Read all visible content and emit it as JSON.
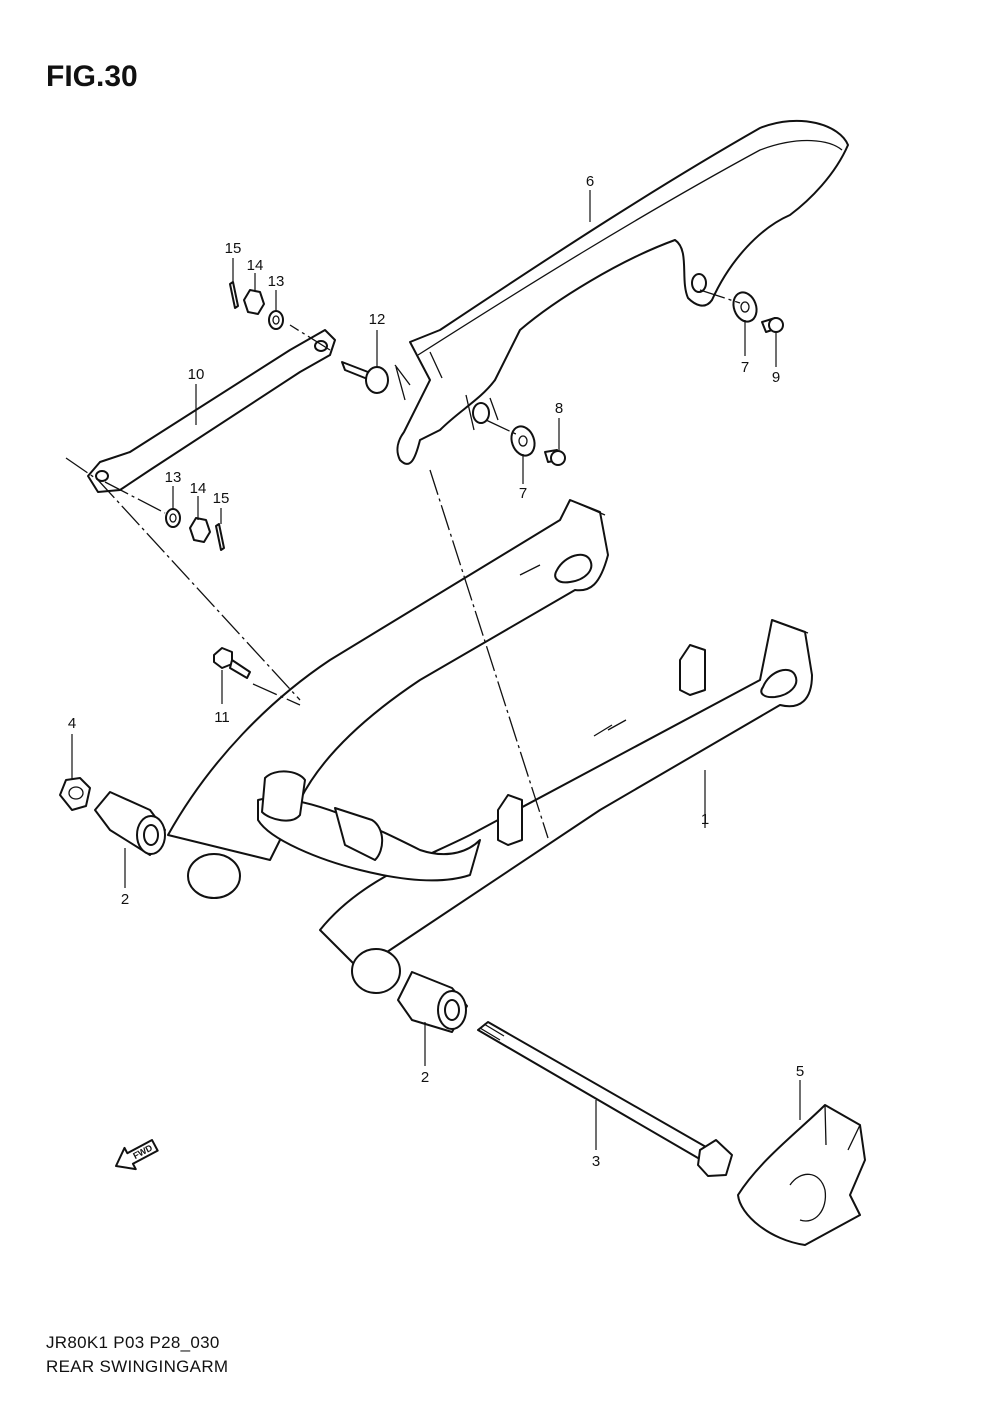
{
  "figure": {
    "title": "FIG.30",
    "model_code": "JR80K1  P03  P28_030",
    "name": "REAR SWINGINGARM"
  },
  "callouts": [
    {
      "id": "c1",
      "label": "1"
    },
    {
      "id": "c2a",
      "label": "2"
    },
    {
      "id": "c2b",
      "label": "2"
    },
    {
      "id": "c3",
      "label": "3"
    },
    {
      "id": "c4",
      "label": "4"
    },
    {
      "id": "c5",
      "label": "5"
    },
    {
      "id": "c6",
      "label": "6"
    },
    {
      "id": "c7a",
      "label": "7"
    },
    {
      "id": "c7b",
      "label": "7"
    },
    {
      "id": "c8",
      "label": "8"
    },
    {
      "id": "c9",
      "label": "9"
    },
    {
      "id": "c10",
      "label": "10"
    },
    {
      "id": "c11",
      "label": "11"
    },
    {
      "id": "c12",
      "label": "12"
    },
    {
      "id": "c13a",
      "label": "13"
    },
    {
      "id": "c13b",
      "label": "13"
    },
    {
      "id": "c14a",
      "label": "14"
    },
    {
      "id": "c14b",
      "label": "14"
    },
    {
      "id": "c15a",
      "label": "15"
    },
    {
      "id": "c15b",
      "label": "15"
    }
  ],
  "direction_marker": {
    "label": "FWD",
    "icon": "fwd-arrow-icon"
  }
}
